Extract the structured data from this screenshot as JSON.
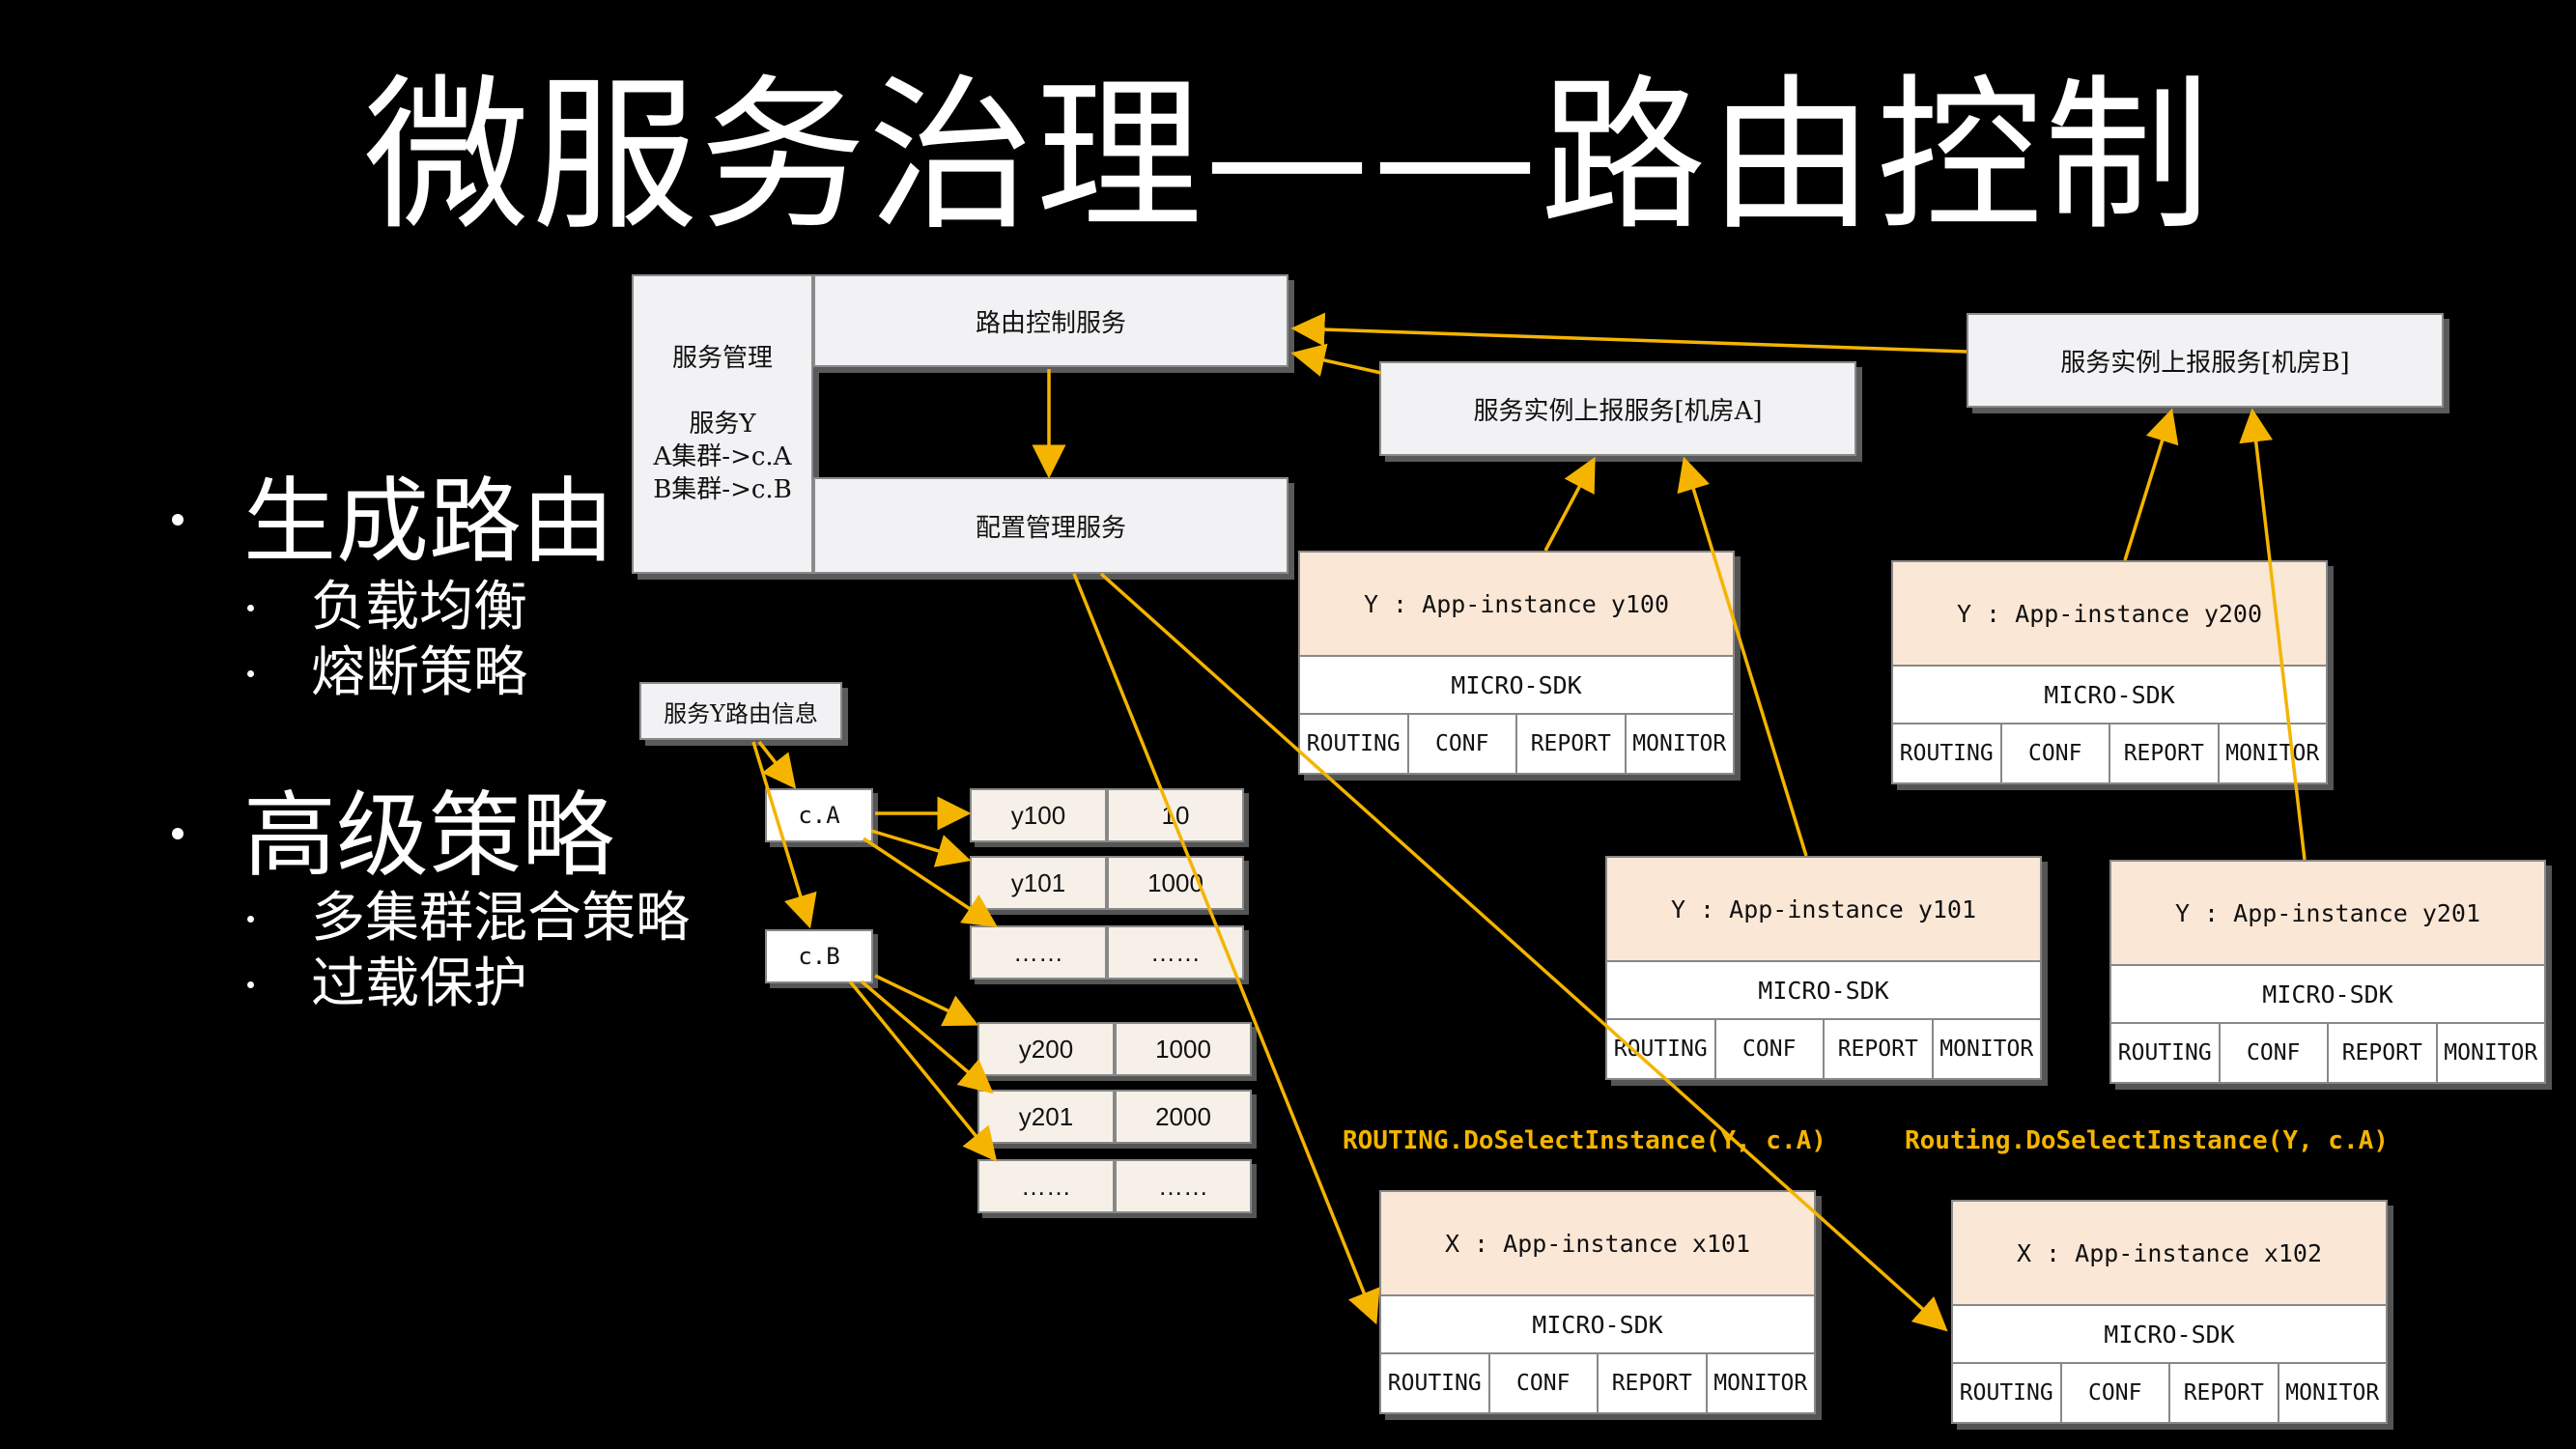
{
  "title": "微服务治理——路由控制",
  "bullets": [
    {
      "label": "生成路由",
      "subs": [
        "负载均衡",
        "熔断策略"
      ]
    },
    {
      "label": "高级策略",
      "subs": [
        "多集群混合策略",
        "过载保护"
      ]
    }
  ],
  "diagram": {
    "service_mgmt": {
      "line1": "服务管理",
      "line2": "服务Y",
      "line3": "A集群->c.A",
      "line4": "B集群->c.B"
    },
    "routing_service": "路由控制服务",
    "config_service": "配置管理服务",
    "report_a": "服务实例上报服务[机房A]",
    "report_b": "服务实例上报服务[机房B]",
    "route_info": "服务Y路由信息",
    "cluster_a": "c.A",
    "cluster_b": "c.B",
    "table_a": [
      [
        "y100",
        "10"
      ],
      [
        "y101",
        "1000"
      ],
      [
        "……",
        "……"
      ]
    ],
    "table_b": [
      [
        "y200",
        "1000"
      ],
      [
        "y201",
        "2000"
      ],
      [
        "……",
        "……"
      ]
    ],
    "instances": {
      "y100": "Y : App-instance y100",
      "y200": "Y : App-instance y200",
      "y101": "Y : App-instance y101",
      "y201": "Y : App-instance y201",
      "x101": "X : App-instance x101",
      "x102": "X : App-instance x102"
    },
    "sdk_label": "MICRO-SDK",
    "modules": [
      "ROUTING",
      "CONF",
      "REPORT",
      "MONITOR"
    ],
    "call_1": "ROUTING.DoSelectInstance(Y, c.A)",
    "call_2": "Routing.DoSelectInstance(Y, c.A)"
  },
  "colors": {
    "background": "#000000",
    "arrow": "#f4b400",
    "instance_header": "#fbe7d6",
    "call_text": "#f4b400"
  }
}
